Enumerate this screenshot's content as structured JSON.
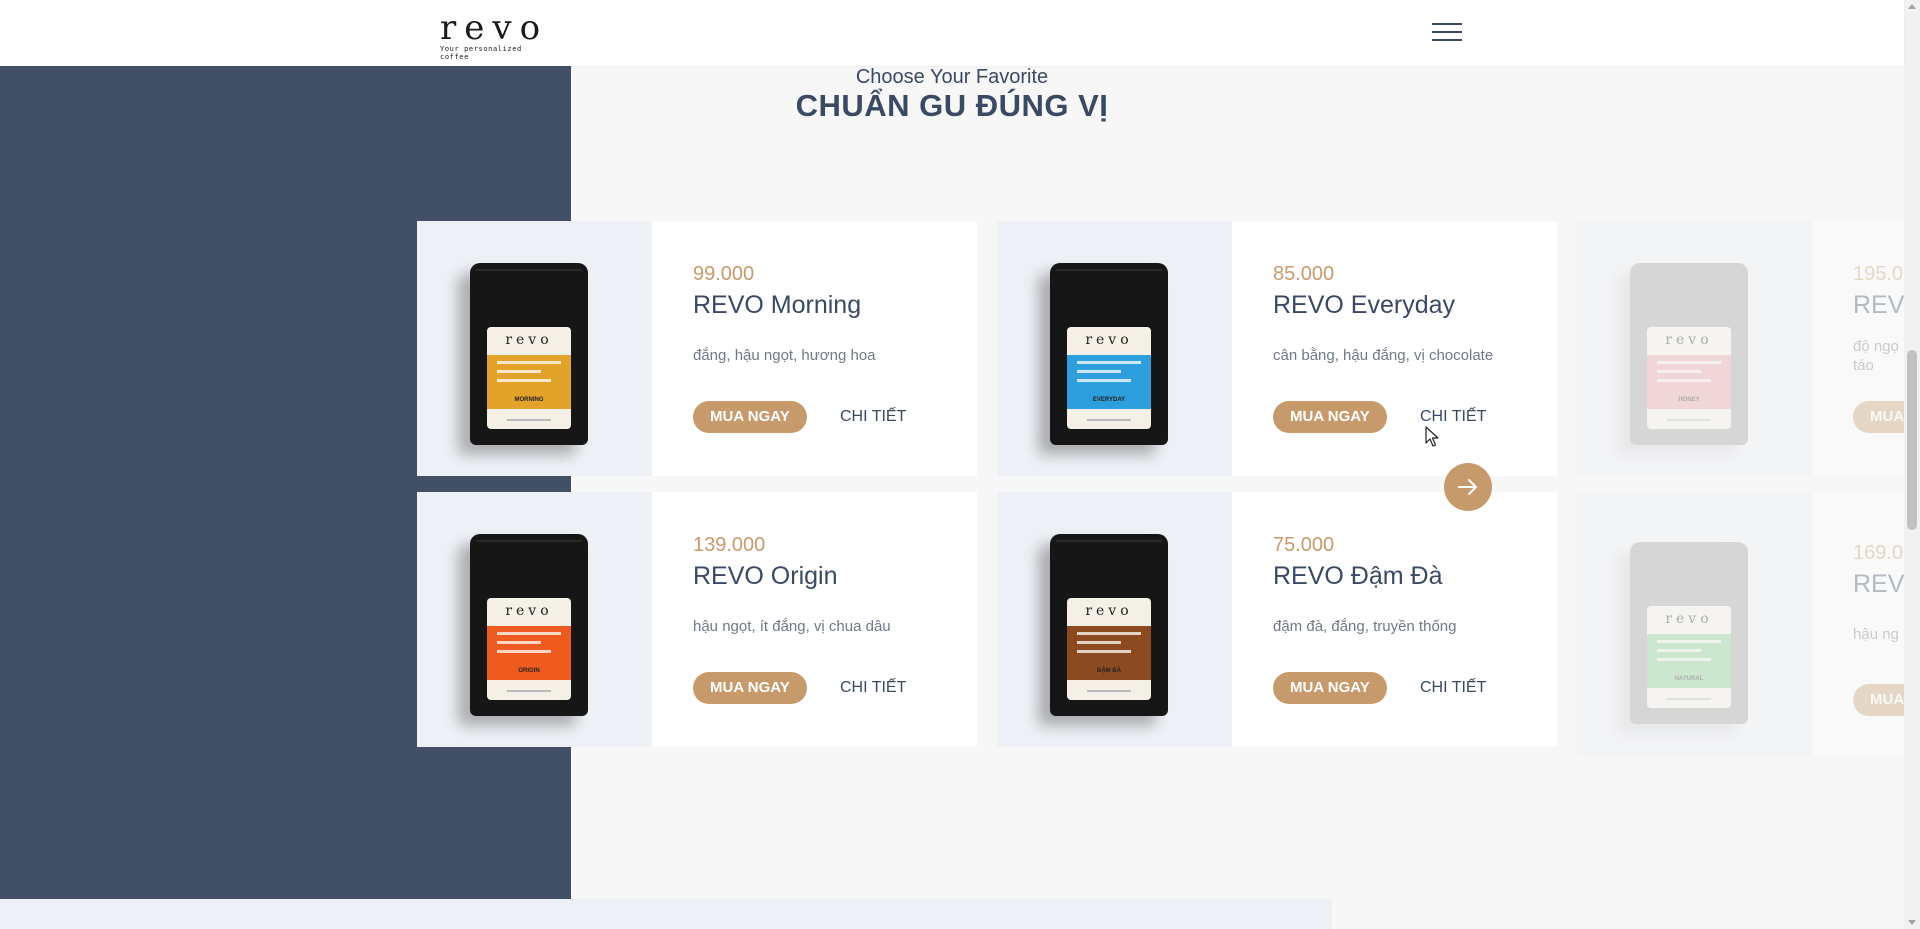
{
  "header": {
    "logo_text": "revo",
    "logo_tagline": "Your personalized coffee",
    "menu_icon": "hamburger-menu-icon"
  },
  "section": {
    "subtitle": "Choose Your Favorite",
    "title": "CHUẨN GU ĐÚNG VỊ"
  },
  "products": [
    {
      "price": "99.000",
      "name": "REVO Morning",
      "description": "đắng, hậu ngọt, hương hoa",
      "buy_label": "MUA NGAY",
      "detail_label": "CHI TIẾT",
      "bag_label_color": "#e3a32a",
      "bag_flavor": "MORNING"
    },
    {
      "price": "85.000",
      "name": "REVO Everyday",
      "description": "cân bằng, hậu đắng, vị chocolate",
      "buy_label": "MUA NGAY",
      "detail_label": "CHI TIẾT",
      "bag_label_color": "#2d9fdc",
      "bag_flavor": "EVERYDAY"
    },
    {
      "price": "195.0",
      "name": "REV",
      "description": "độ ngọ táo",
      "buy_label": "MUA",
      "detail_label": "",
      "bag_label_color": "#e79aa0",
      "bag_flavor": "HONEY"
    },
    {
      "price": "139.000",
      "name": "REVO Origin",
      "description": "hậu ngọt, ít đắng, vị chua dâu",
      "buy_label": "MUA NGAY",
      "detail_label": "CHI TIẾT",
      "bag_label_color": "#ef5a1e",
      "bag_flavor": "ORIGIN"
    },
    {
      "price": "75.000",
      "name": "REVO Đậm Đà",
      "description": "đậm đà, đắng, truyền thống",
      "buy_label": "MUA NGAY",
      "detail_label": "CHI TIẾT",
      "bag_label_color": "#8b4a1f",
      "bag_flavor": "ĐẬM ĐÀ"
    },
    {
      "price": "169.0",
      "name": "REV",
      "description": "hậu ng",
      "buy_label": "MUA",
      "detail_label": "",
      "bag_label_color": "#7ecb86",
      "bag_flavor": "NATURAL"
    }
  ],
  "carousel": {
    "next_icon": "arrow-right-icon"
  },
  "colors": {
    "accent": "#c79a6b",
    "heading": "#3a4a63",
    "panel": "#415066",
    "image_bg": "#edf0f5"
  }
}
